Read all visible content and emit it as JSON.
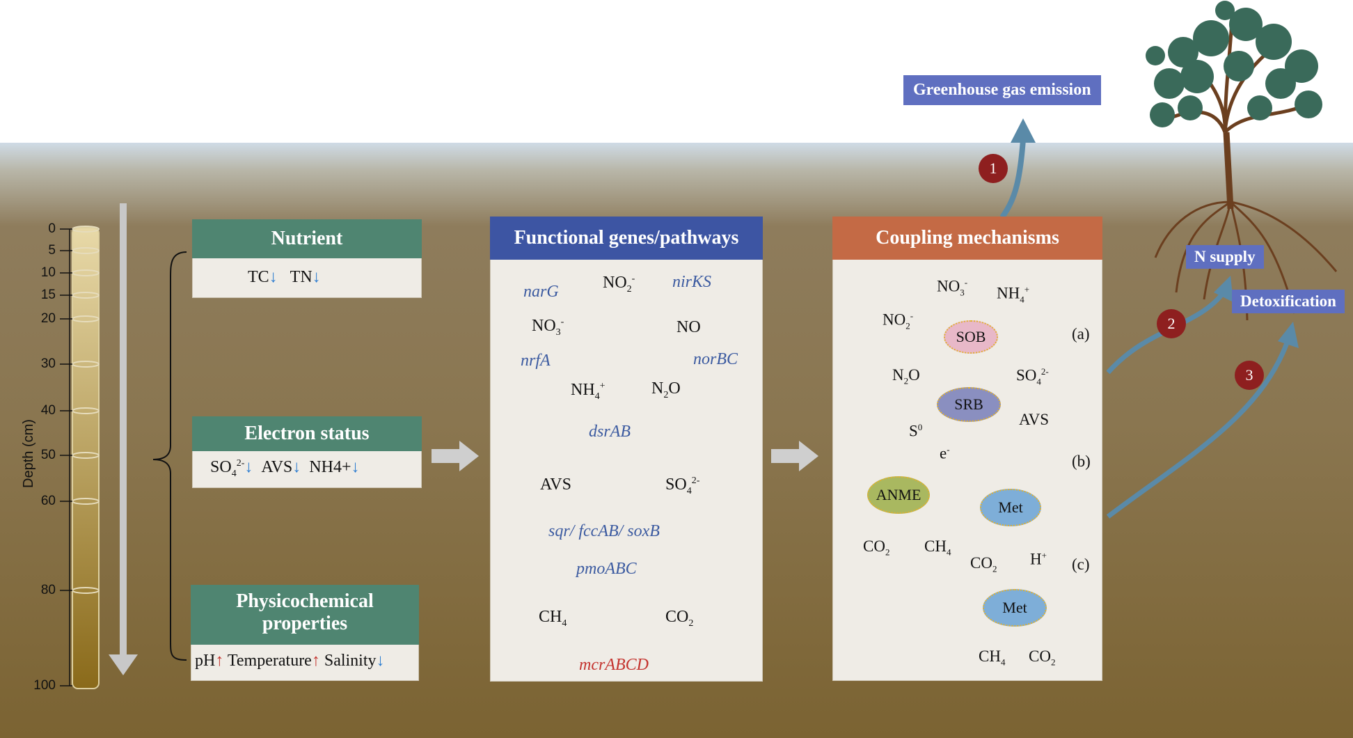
{
  "labels": {
    "greenhouse": "Greenhouse gas emission",
    "n_supply": "N supply",
    "detox": "Detoxification",
    "n1": "1",
    "n2": "2",
    "n3": "3"
  },
  "depth": {
    "axis_label": "Depth (cm)",
    "ticks": [
      "0",
      "5",
      "10",
      "15",
      "20",
      "30",
      "40",
      "50",
      "60",
      "80",
      "100"
    ]
  },
  "nutrient": {
    "title": "Nutrient",
    "items": [
      "TC",
      "TN"
    ]
  },
  "electron": {
    "title": "Electron status",
    "items": [
      "SO",
      "AVS",
      "NH4+"
    ],
    "so_sub": "4",
    "so_sup": "2-"
  },
  "physico": {
    "title_line1": "Physicochemical",
    "title_line2": "properties",
    "items": [
      "pH",
      "Temperature",
      "Salinity"
    ]
  },
  "genes": {
    "title": "Functional genes/pathways",
    "n_cycle": {
      "narG": "narG",
      "nirKS": "nirKS",
      "nrfA": "nrfA",
      "norBC": "norBC",
      "no2": "NO",
      "no3": "NO",
      "no": "NO",
      "nh4": "NH",
      "n2o": "N",
      "n2o_o": "O"
    },
    "s_cycle": {
      "dsrAB": "dsrAB",
      "avs": "AVS",
      "so4": "SO",
      "enzymes": "sqr/ fccAB/ soxB"
    },
    "c_cycle": {
      "pmoABC": "pmoABC",
      "ch4": "CH",
      "co2": "CO",
      "mcrABCD": "mcrABCD"
    }
  },
  "coupling": {
    "title": "Coupling mechanisms",
    "a": "(a)",
    "b": "(b)",
    "c": "(c)",
    "sob": "SOB",
    "srb": "SRB",
    "anme": "ANME",
    "met": "Met",
    "no3": "NO",
    "nh4": "NH",
    "no2": "NO",
    "n2o": "N",
    "so4": "SO",
    "avs": "AVS",
    "s0": "S",
    "e": "e",
    "co2": "CO",
    "ch4": "CH",
    "h": "H"
  },
  "colors": {
    "gene": "#3b5aa0",
    "mcr": "#c4332e",
    "panel_green": "#4f8571",
    "panel_blue": "#3d55a3",
    "panel_orange": "#c46a45"
  }
}
